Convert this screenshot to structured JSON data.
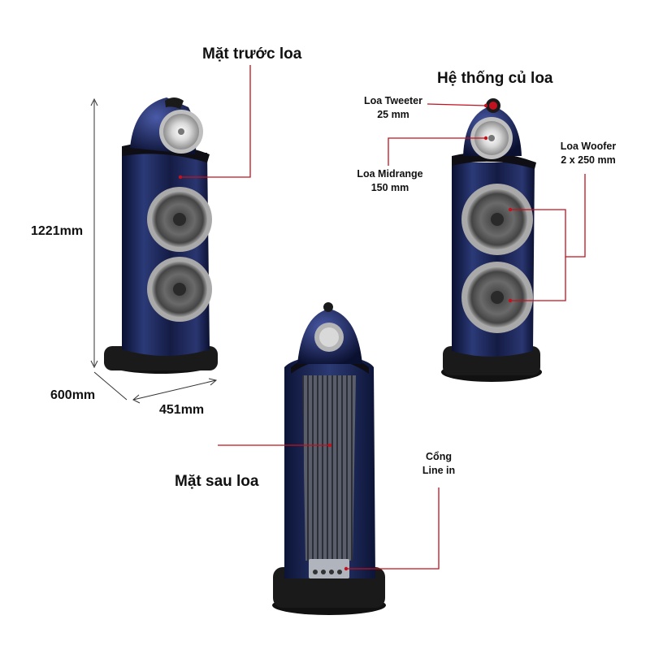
{
  "labels": {
    "front": "Mặt trước loa",
    "driver_system": "Hệ thống củ loa",
    "rear": "Mặt sau loa",
    "tweeter": [
      "Loa Tweeter",
      "25 mm"
    ],
    "midrange": [
      "Loa Midrange",
      "150 mm"
    ],
    "woofer": [
      "Loa Woofer",
      "2 x 250 mm"
    ],
    "line_in": [
      "Cổng",
      "Line in"
    ]
  },
  "dimensions": {
    "height": "1221mm",
    "depth": "600mm",
    "width": "451mm"
  },
  "colors": {
    "callout_line": "#c1121f",
    "cabinet": "#1b2550",
    "dimension_line": "#333333"
  }
}
